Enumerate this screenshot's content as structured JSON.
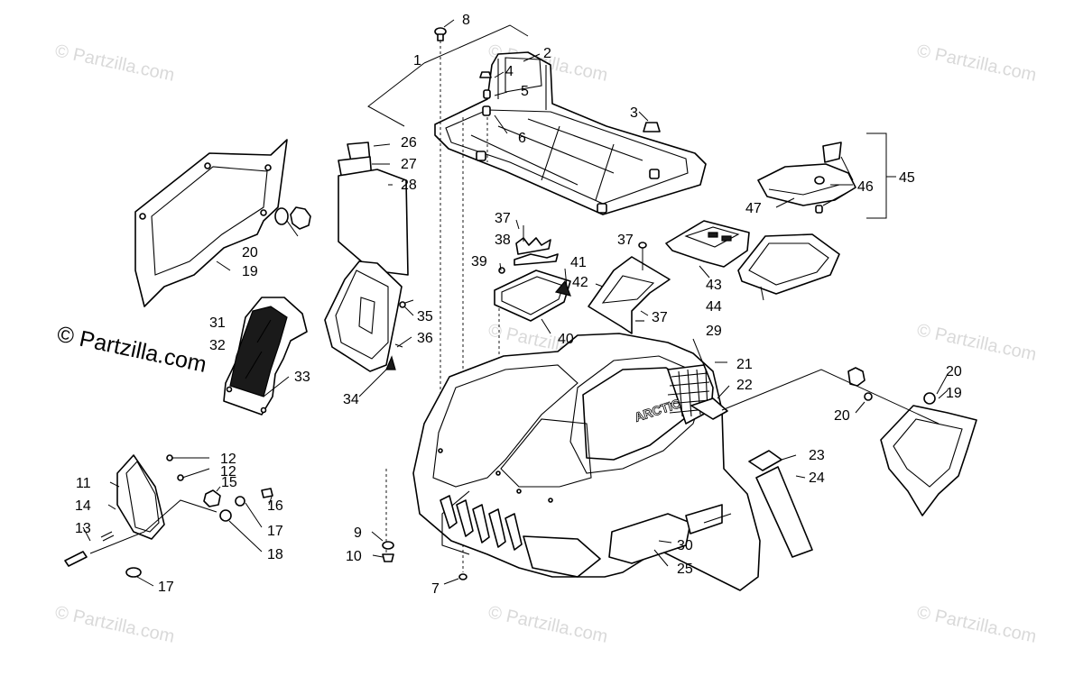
{
  "brand_watermark": "© Partzilla.com",
  "watermarks": [
    "© Partzilla.com",
    "© Partzilla.com",
    "© Partzilla.com",
    "© Partzilla.com",
    "© Partzilla.com",
    "© Partzilla.com",
    "© Partzilla.com",
    "© Partzilla.com"
  ],
  "decal_text": "ARCTIC",
  "callouts": [
    "1",
    "2",
    "3",
    "4",
    "5",
    "6",
    "7",
    "8",
    "9",
    "10",
    "11",
    "12",
    "12",
    "13",
    "14",
    "15",
    "16",
    "17",
    "17",
    "18",
    "19",
    "19",
    "20",
    "20",
    "20",
    "21",
    "22",
    "23",
    "24",
    "25",
    "26",
    "27",
    "28",
    "29",
    "30",
    "31",
    "32",
    "33",
    "34",
    "35",
    "36",
    "37",
    "37",
    "37",
    "38",
    "39",
    "40",
    "41",
    "42",
    "43",
    "44",
    "45",
    "46",
    "47"
  ],
  "colors": {
    "line": "#000000",
    "background": "#ffffff",
    "watermark": "#bbbbbb"
  }
}
